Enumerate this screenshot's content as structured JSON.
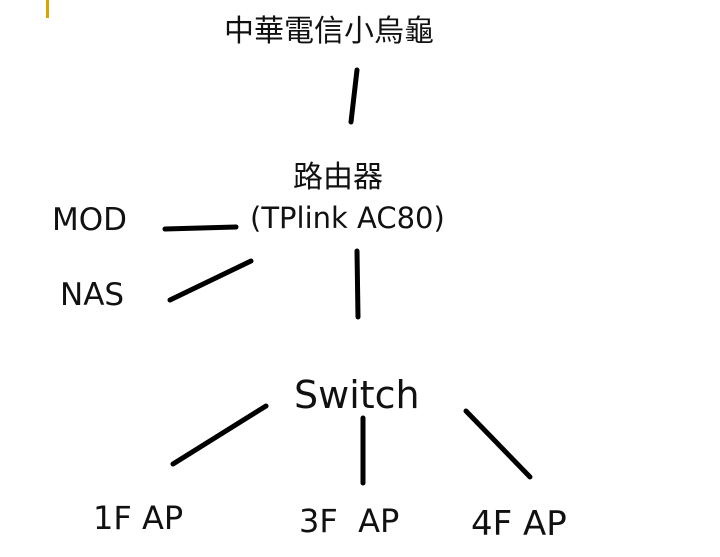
{
  "accent_color": "#d9a400",
  "line_color": "#000000",
  "nodes": {
    "isp": "中華電信小烏龜",
    "router": "路由器",
    "router_model": "(TPlink AC80)",
    "mod": "MOD",
    "nas": "NAS",
    "switch": "Switch",
    "ap_1f": "1F AP",
    "ap_3f": "3F  AP",
    "ap_4f": "4F AP"
  }
}
